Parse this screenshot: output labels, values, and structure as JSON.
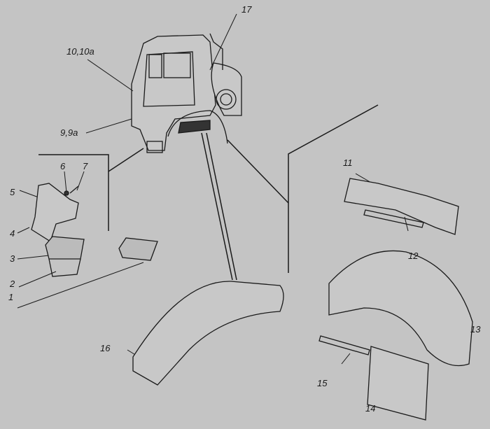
{
  "labels": {
    "l1": "1",
    "l2": "2",
    "l3": "3",
    "l4": "4",
    "l5": "5",
    "l6": "6",
    "l7": "7",
    "l9": "9,9a",
    "l10": "10,10a",
    "l11": "11",
    "l12": "12",
    "l13": "13",
    "l14": "14",
    "l15": "15",
    "l16": "16",
    "l17": "17"
  }
}
